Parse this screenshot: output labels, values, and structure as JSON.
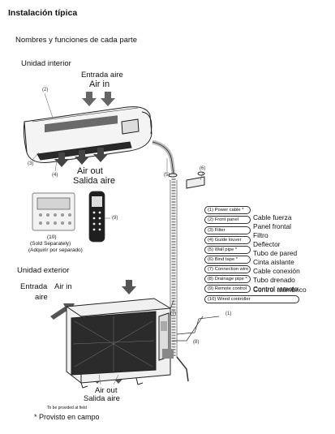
{
  "header": {
    "title": "Instalación típica",
    "subtitle": "Nombres y funciones de cada parte"
  },
  "indoor": {
    "section": "Unidad interior",
    "air_in_es": "Entrada aire",
    "air_in_en": "Air in",
    "air_out_en": "Air out",
    "air_out_es": "Salida aire",
    "callouts": {
      "c2": "(2)",
      "c3": "(3)",
      "c4": "(4)",
      "c5": "(5)",
      "c6": "(6)",
      "c9": "(9)",
      "c7": "(7)",
      "c8": "(8)",
      "c1": "(1)"
    }
  },
  "controller": {
    "number": "(10)",
    "note_en": "(Sold Separately)",
    "note_es": "(Adquirir por separado)"
  },
  "outdoor": {
    "section": "Unidad exterior",
    "air_in_es_1": "Entrada",
    "air_in_es_2": "aire",
    "air_in_en": "Air in",
    "air_out_en": "Air out",
    "air_out_es": "Salida aire"
  },
  "parts": [
    {
      "en": "(1) Power cable *",
      "es": "Cable fuerza"
    },
    {
      "en": "(2) Front panel",
      "es": "Panel frontal"
    },
    {
      "en": "(3) Filter",
      "es": "Filtro"
    },
    {
      "en": "(4) Guide louver",
      "es": "Deflector"
    },
    {
      "en": "(5) Wall pipe *",
      "es": "Tubo de pared"
    },
    {
      "en": "(6) Bind tape *",
      "es": "Cinta aislante"
    },
    {
      "en": "(7) Connection wire *",
      "es": "Cable conexión"
    },
    {
      "en": "(8) Drainage pipe *",
      "es": "Tubo drenado"
    },
    {
      "en": "(9) Remote control",
      "es": "Control remoto"
    },
    {
      "en": "(10) Wired controller",
      "es": "Control alámbrico"
    }
  ],
  "footer": {
    "note_en": "To be provided at field",
    "note_es": "* Provisto en campo"
  }
}
